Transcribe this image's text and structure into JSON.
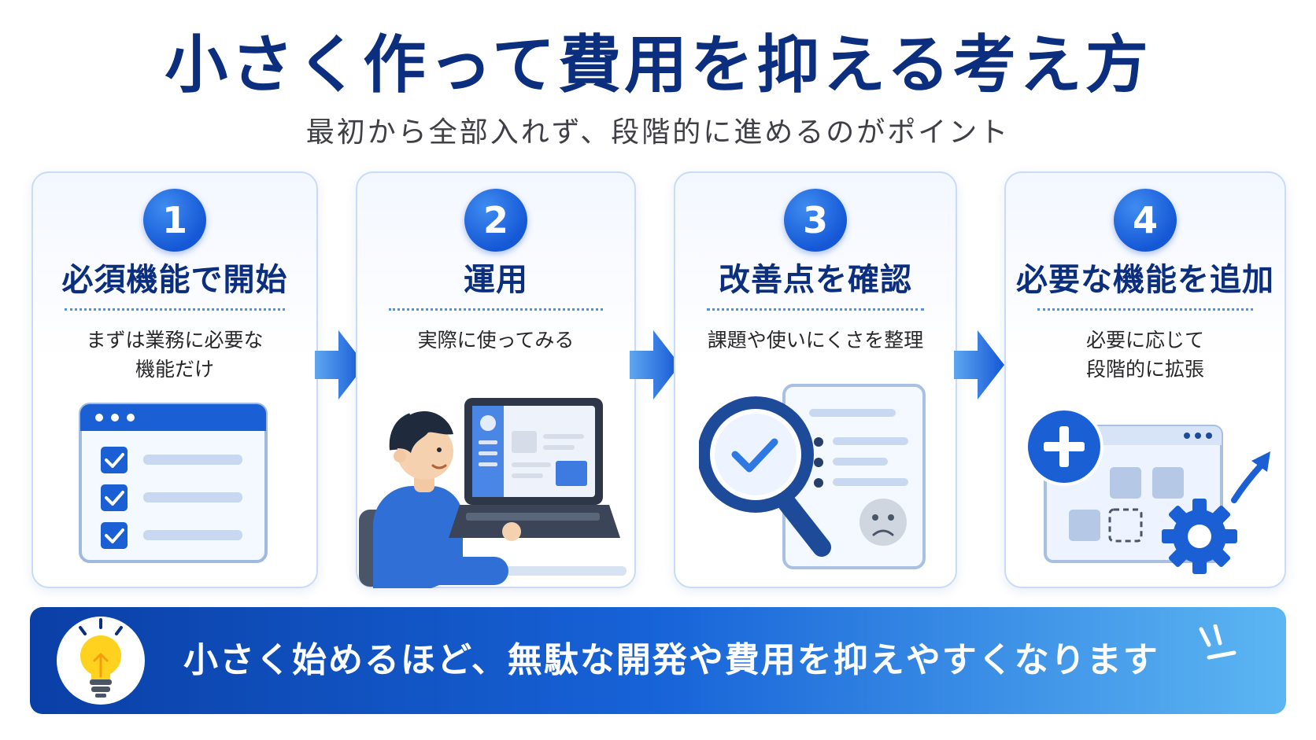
{
  "header": {
    "title": "小さく作って費用を抑える考え方",
    "subtitle": "最初から全部入れず、段階的に進めるのがポイント"
  },
  "steps": [
    {
      "number": "1",
      "title": "必須機能で開始",
      "desc_line1": "まずは業務に必要な",
      "desc_line2": "機能だけ"
    },
    {
      "number": "2",
      "title": "運用",
      "desc_line1": "実際に使ってみる",
      "desc_line2": ""
    },
    {
      "number": "3",
      "title": "改善点を確認",
      "desc_line1": "課題や使いにくさを整理",
      "desc_line2": ""
    },
    {
      "number": "4",
      "title": "必要な機能を追加",
      "desc_line1": "必要に応じて",
      "desc_line2": "段階的に拡張"
    }
  ],
  "banner": {
    "text": "小さく始めるほど、無駄な開発や費用を抑えやすくなります"
  },
  "icons": {
    "step1": "checklist-window-icon",
    "step2": "person-at-computer-icon",
    "step3": "magnifier-checklist-icon",
    "step4": "add-feature-window-icon",
    "banner": "lightbulb-icon"
  },
  "colors": {
    "primary": "#1558d6",
    "title": "#0b2f7e",
    "banner_start": "#0a3fa6",
    "banner_end": "#5cb6f2"
  }
}
